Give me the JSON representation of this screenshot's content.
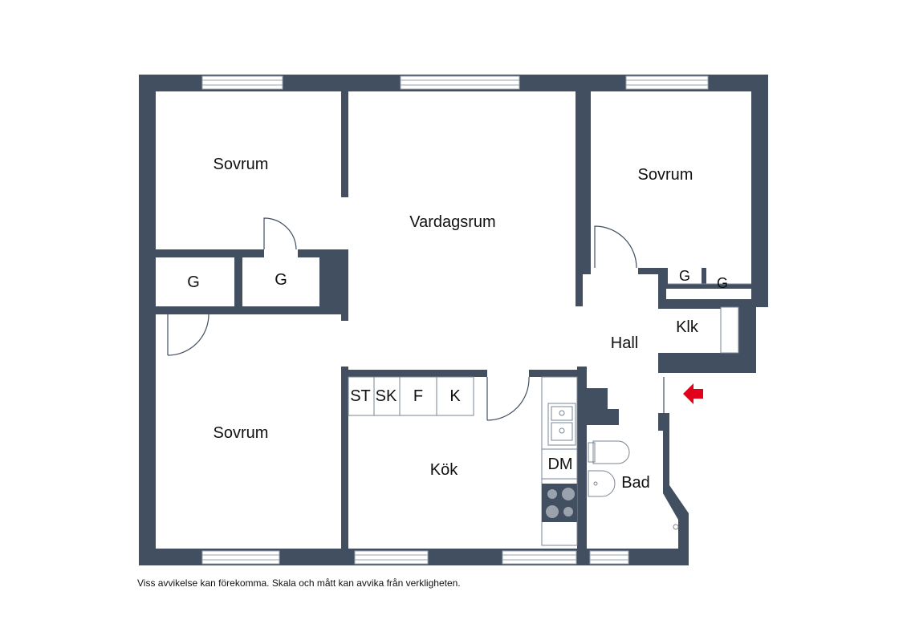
{
  "rooms": {
    "bedroom_top_left": "Sovrum",
    "bedroom_top_right": "Sovrum",
    "bedroom_bottom_left": "Sovrum",
    "living_room": "Vardagsrum",
    "kitchen": "Kök",
    "hall": "Hall",
    "bathroom": "Bad",
    "closet": "Klk",
    "wardrobe_left_1": "G",
    "wardrobe_left_2": "G",
    "wardrobe_right_1": "G",
    "wardrobe_right_2": "G"
  },
  "kitchen_units": {
    "st": "ST",
    "sk": "SK",
    "f": "F",
    "k": "K",
    "dm": "DM"
  },
  "disclaimer": "Viss avvikelse kan förekomma. Skala och mått kan avvika från verkligheten.",
  "colors": {
    "wall": "#414f61",
    "entrance_arrow": "#e3001b"
  }
}
